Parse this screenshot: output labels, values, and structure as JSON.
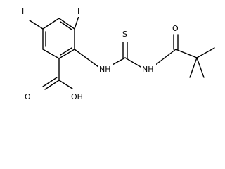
{
  "molecule": {
    "atoms": {
      "I1": "I",
      "I2": "I",
      "S": "S",
      "O_amide": "O",
      "NH1": "NH",
      "NH2": "NH",
      "O_acid": "O",
      "OH": "OH"
    }
  }
}
